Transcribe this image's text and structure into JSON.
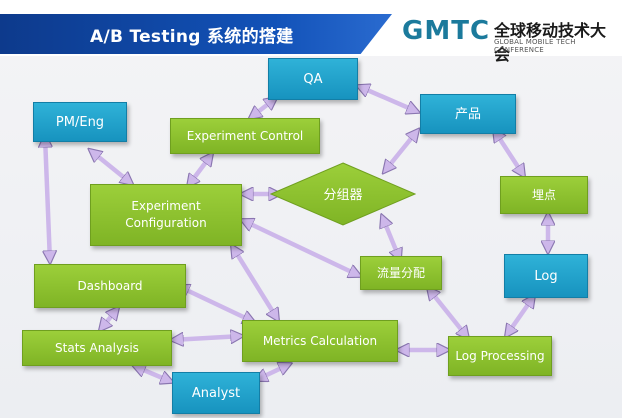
{
  "header": {
    "title": "A/B Testing 系统的搭建",
    "logo_text": "GMTC",
    "logo_cn": "全球移动技术大会",
    "logo_en": "GLOBAL MOBILE TECH CONFERENCE"
  },
  "colors": {
    "green_node": "#8cc232",
    "blue_node": "#1fa2cd",
    "arrow": "#cdb7ea",
    "title_band": "#1252b8"
  },
  "nodes": {
    "qa": "QA",
    "product": "产品",
    "pm_eng": "PM/Eng",
    "experiment_control": "Experiment Control",
    "splitter": "分组器",
    "tracking": "埋点",
    "experiment_configuration": "Experiment\nConfiguration",
    "traffic_allocation": "流量分配",
    "log": "Log",
    "dashboard": "Dashboard",
    "stats_analysis": "Stats Analysis",
    "metrics_calculation": "Metrics Calculation",
    "log_processing": "Log Processing",
    "analyst": "Analyst"
  }
}
